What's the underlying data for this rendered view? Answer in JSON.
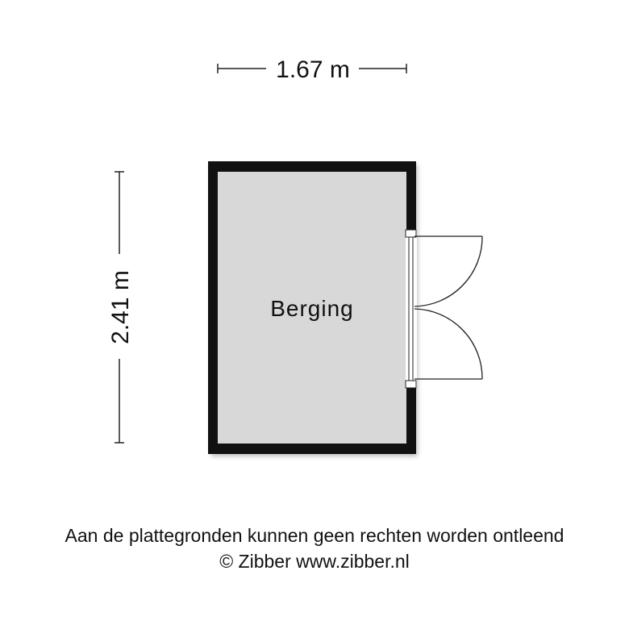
{
  "dimensions": {
    "width_label": "1.67 m",
    "height_label": "2.41 m"
  },
  "room": {
    "name": "Berging"
  },
  "footer": {
    "disclaimer": "Aan de plattegronden kunnen geen rechten worden ontleend",
    "copyright": "© Zibber www.zibber.nl"
  },
  "colors": {
    "wall": "#111111",
    "floor": "#d8d8d8",
    "line": "#222222"
  }
}
